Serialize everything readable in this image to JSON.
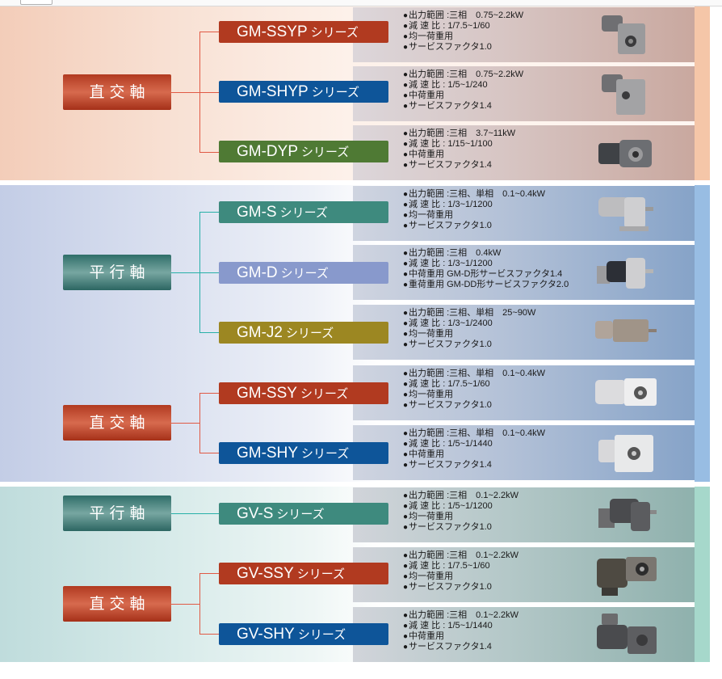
{
  "colors": {
    "red": "#b13a20",
    "blue": "#0e5599",
    "green": "#4f7a34",
    "teal": "#3e8a7e",
    "lavender": "#8899cc",
    "olive": "#9c8722",
    "section1_strip": "#f5c6a8",
    "section2_strip": "#98bde3",
    "section3_strip": "#a6d8cb"
  },
  "spec_labels": {
    "output": "出力範囲",
    "ratio": "減 速 比"
  },
  "sections": [
    {
      "groups": [
        {
          "category": "直交軸",
          "series": [
            {
              "name": "GM-SSYP",
              "suffix": "シリーズ",
              "color": "#b13a20",
              "specs": [
                "出力範囲 :三相　0.75~2.2kW",
                "減 速 比 : 1/7.5~1/60",
                "均一荷重用",
                "サービスファクタ1.0"
              ],
              "image": "gear-motor-hollow-shaft-icon"
            },
            {
              "name": "GM-SHYP",
              "suffix": "シリーズ",
              "color": "#0e5599",
              "specs": [
                "出力範囲 :三相　0.75~2.2kW",
                "減 速 比 : 1/5~1/240",
                "中荷重用",
                "サービスファクタ1.4"
              ],
              "image": "gear-motor-hollow-shaft-icon"
            },
            {
              "name": "GM-DYP",
              "suffix": "シリーズ",
              "color": "#4f7a34",
              "specs": [
                "出力範囲 :三相　3.7~11kW",
                "減 速 比 : 1/15~1/100",
                "中荷重用",
                "サービスファクタ1.4"
              ],
              "image": "gear-motor-large-icon"
            }
          ]
        }
      ]
    },
    {
      "groups": [
        {
          "category": "平行軸",
          "series": [
            {
              "name": "GM-S",
              "suffix": "シリーズ",
              "color": "#3e8a7e",
              "specs": [
                "出力範囲 :三相、単相　0.1~0.4kW",
                "減 速 比 : 1/3~1/1200",
                "均一荷重用",
                "サービスファクタ1.0"
              ],
              "image": "gear-motor-parallel-icon"
            },
            {
              "name": "GM-D",
              "suffix": "シリーズ",
              "color": "#8899cc",
              "specs": [
                "出力範囲 :三相　0.4kW",
                "減 速 比 : 1/3~1/1200",
                "中荷重用 GM-D形サービスファクタ1.4",
                "重荷重用 GM-DD形サービスファクタ2.0"
              ],
              "image": "gear-motor-parallel-icon"
            },
            {
              "name": "GM-J2",
              "suffix": "シリーズ",
              "color": "#9c8722",
              "specs": [
                "出力範囲 :三相、単相　25~90W",
                "減 速 比 : 1/3~1/2400",
                "均一荷重用",
                "サービスファクタ1.0"
              ],
              "image": "gear-motor-small-icon"
            }
          ]
        },
        {
          "category": "直交軸",
          "series": [
            {
              "name": "GM-SSY",
              "suffix": "シリーズ",
              "color": "#b13a20",
              "specs": [
                "出力範囲 :三相、単相　0.1~0.4kW",
                "減 速 比 : 1/7.5~1/60",
                "均一荷重用",
                "サービスファクタ1.0"
              ],
              "image": "gear-motor-hollow-shaft-icon"
            },
            {
              "name": "GM-SHY",
              "suffix": "シリーズ",
              "color": "#0e5599",
              "specs": [
                "出力範囲 :三相、単相　0.1~0.4kW",
                "減 速 比 : 1/5~1/1440",
                "中荷重用",
                "サービスファクタ1.4"
              ],
              "image": "gear-motor-hollow-shaft-icon"
            }
          ]
        }
      ]
    },
    {
      "groups": [
        {
          "category": "平行軸",
          "series": [
            {
              "name": "GV-S",
              "suffix": "シリーズ",
              "color": "#3e8a7e",
              "specs": [
                "出力範囲 :三相　0.1~2.2kW",
                "減 速 比 : 1/5~1/1200",
                "均一荷重用",
                "サービスファクタ1.0"
              ],
              "image": "gear-motor-parallel-dark-icon"
            }
          ]
        },
        {
          "category": "直交軸",
          "series": [
            {
              "name": "GV-SSY",
              "suffix": "シリーズ",
              "color": "#b13a20",
              "specs": [
                "出力範囲 :三相　0.1~2.2kW",
                "減 速 比 : 1/7.5~1/60",
                "均一荷重用",
                "サービスファクタ1.0"
              ],
              "image": "gear-motor-hollow-shaft-dark-icon"
            },
            {
              "name": "GV-SHY",
              "suffix": "シリーズ",
              "color": "#0e5599",
              "specs": [
                "出力範囲 :三相　0.1~2.2kW",
                "減 速 比 : 1/5~1/1440",
                "中荷重用",
                "サービスファクタ1.4"
              ],
              "image": "gear-motor-hollow-shaft-dark-icon"
            }
          ]
        }
      ]
    }
  ]
}
